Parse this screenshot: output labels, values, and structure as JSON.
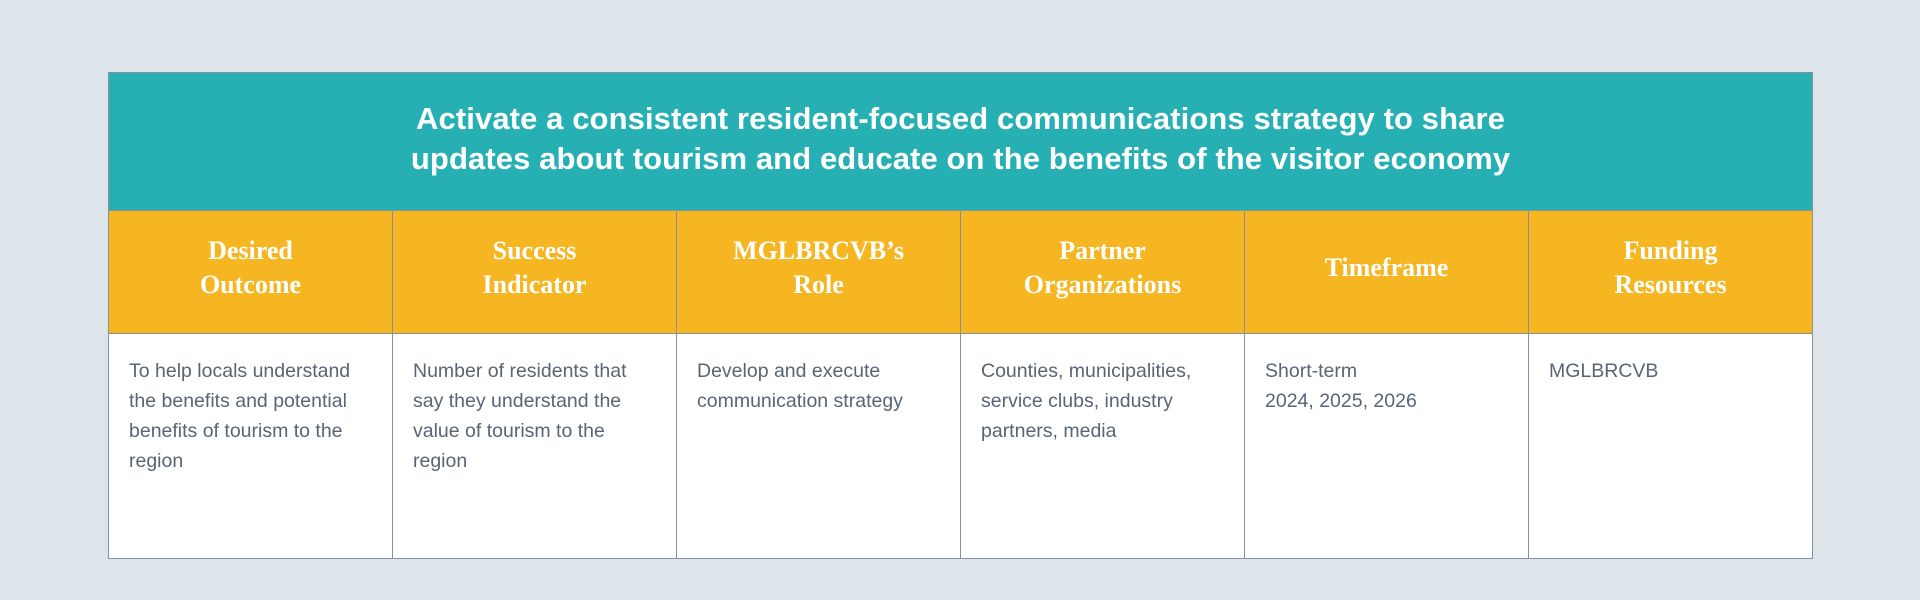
{
  "page": {
    "background_color": "#dde5ea"
  },
  "table": {
    "title_band": {
      "background_color": "#27b0b4",
      "text_color": "#ffffff",
      "line1": "Activate a consistent resident-focused communications strategy to share",
      "line2": "updates about tourism and educate on the benefits of the visitor economy"
    },
    "header_row": {
      "background_color": "#f5b622",
      "text_color": "#ffffff",
      "columns": [
        {
          "line1": "Desired",
          "line2": "Outcome"
        },
        {
          "line1": "Success",
          "line2": "Indicator"
        },
        {
          "line1": "MGLBRCVB’s",
          "line2": "Role"
        },
        {
          "line1": "Partner",
          "line2": "Organizations"
        },
        {
          "line1": "Timeframe",
          "line2": ""
        },
        {
          "line1": "Funding",
          "line2": "Resources"
        }
      ]
    },
    "body_rows": [
      {
        "desired_outcome": "To help locals understand the benefits and potential benefits of tourism to the region",
        "success_indicator": "Number of residents that say they understand the value of tourism to the region",
        "mglbrcvb_role": "Develop and execute communication strategy",
        "partner_organizations": "Counties, municipalities, service clubs, industry partners, media",
        "timeframe_line1": "Short-term",
        "timeframe_line2": "2024, 2025, 2026",
        "funding_resources": "MGLBRCVB"
      }
    ]
  }
}
